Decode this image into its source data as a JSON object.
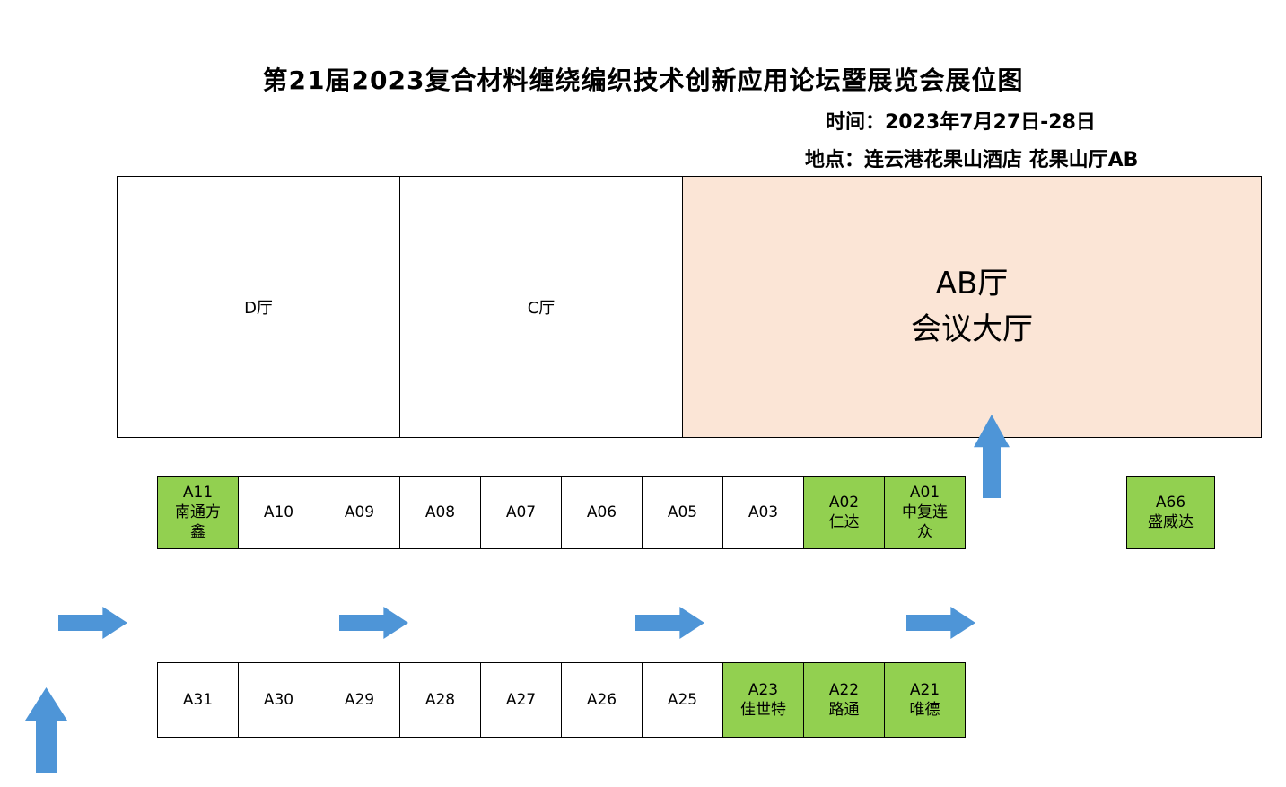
{
  "page": {
    "title": "第21届2023复合材料缠绕编织技术创新应用论坛暨展览会展位图",
    "time": "时间：2023年7月27日-28日",
    "location": "地点：连云港花果山酒店  花果山厅AB"
  },
  "halls": {
    "d": {
      "label": "D厅"
    },
    "c": {
      "label": "C厅"
    },
    "ab": {
      "label": "AB厅\n会议大厅"
    }
  },
  "row1": {
    "booths": [
      {
        "code": "A11",
        "label": "A11\n南通方\n鑫",
        "green": true
      },
      {
        "code": "A10",
        "label": "A10",
        "green": false
      },
      {
        "code": "A09",
        "label": "A09",
        "green": false
      },
      {
        "code": "A08",
        "label": "A08",
        "green": false
      },
      {
        "code": "A07",
        "label": "A07",
        "green": false
      },
      {
        "code": "A06",
        "label": "A06",
        "green": false
      },
      {
        "code": "A05",
        "label": "A05",
        "green": false
      },
      {
        "code": "A03",
        "label": "A03",
        "green": false
      },
      {
        "code": "A02",
        "label": "A02\n仁达",
        "green": true
      },
      {
        "code": "A01",
        "label": "A01\n中复连\n众",
        "green": true
      }
    ]
  },
  "standalone": {
    "a66": {
      "code": "A66",
      "label": "A66\n盛威达",
      "green": true
    }
  },
  "row2": {
    "booths": [
      {
        "code": "A31",
        "label": "A31",
        "green": false
      },
      {
        "code": "A30",
        "label": "A30",
        "green": false
      },
      {
        "code": "A29",
        "label": "A29",
        "green": false
      },
      {
        "code": "A28",
        "label": "A28",
        "green": false
      },
      {
        "code": "A27",
        "label": "A27",
        "green": false
      },
      {
        "code": "A26",
        "label": "A26",
        "green": false
      },
      {
        "code": "A25",
        "label": "A25",
        "green": false
      },
      {
        "code": "A23",
        "label": "A23\n佳世特",
        "green": true
      },
      {
        "code": "A22",
        "label": "A22\n路通",
        "green": true
      },
      {
        "code": "A21",
        "label": "A21\n唯德",
        "green": true
      }
    ]
  },
  "arrows": {
    "to_ab_hall": "up",
    "flow_directions": [
      "right",
      "right",
      "right",
      "right"
    ],
    "entrance": "up"
  },
  "colors": {
    "booth_green": "#92d050",
    "hall_ab_fill": "#fbe5d6",
    "arrow_blue": "#4e95d7",
    "border": "#000000"
  }
}
